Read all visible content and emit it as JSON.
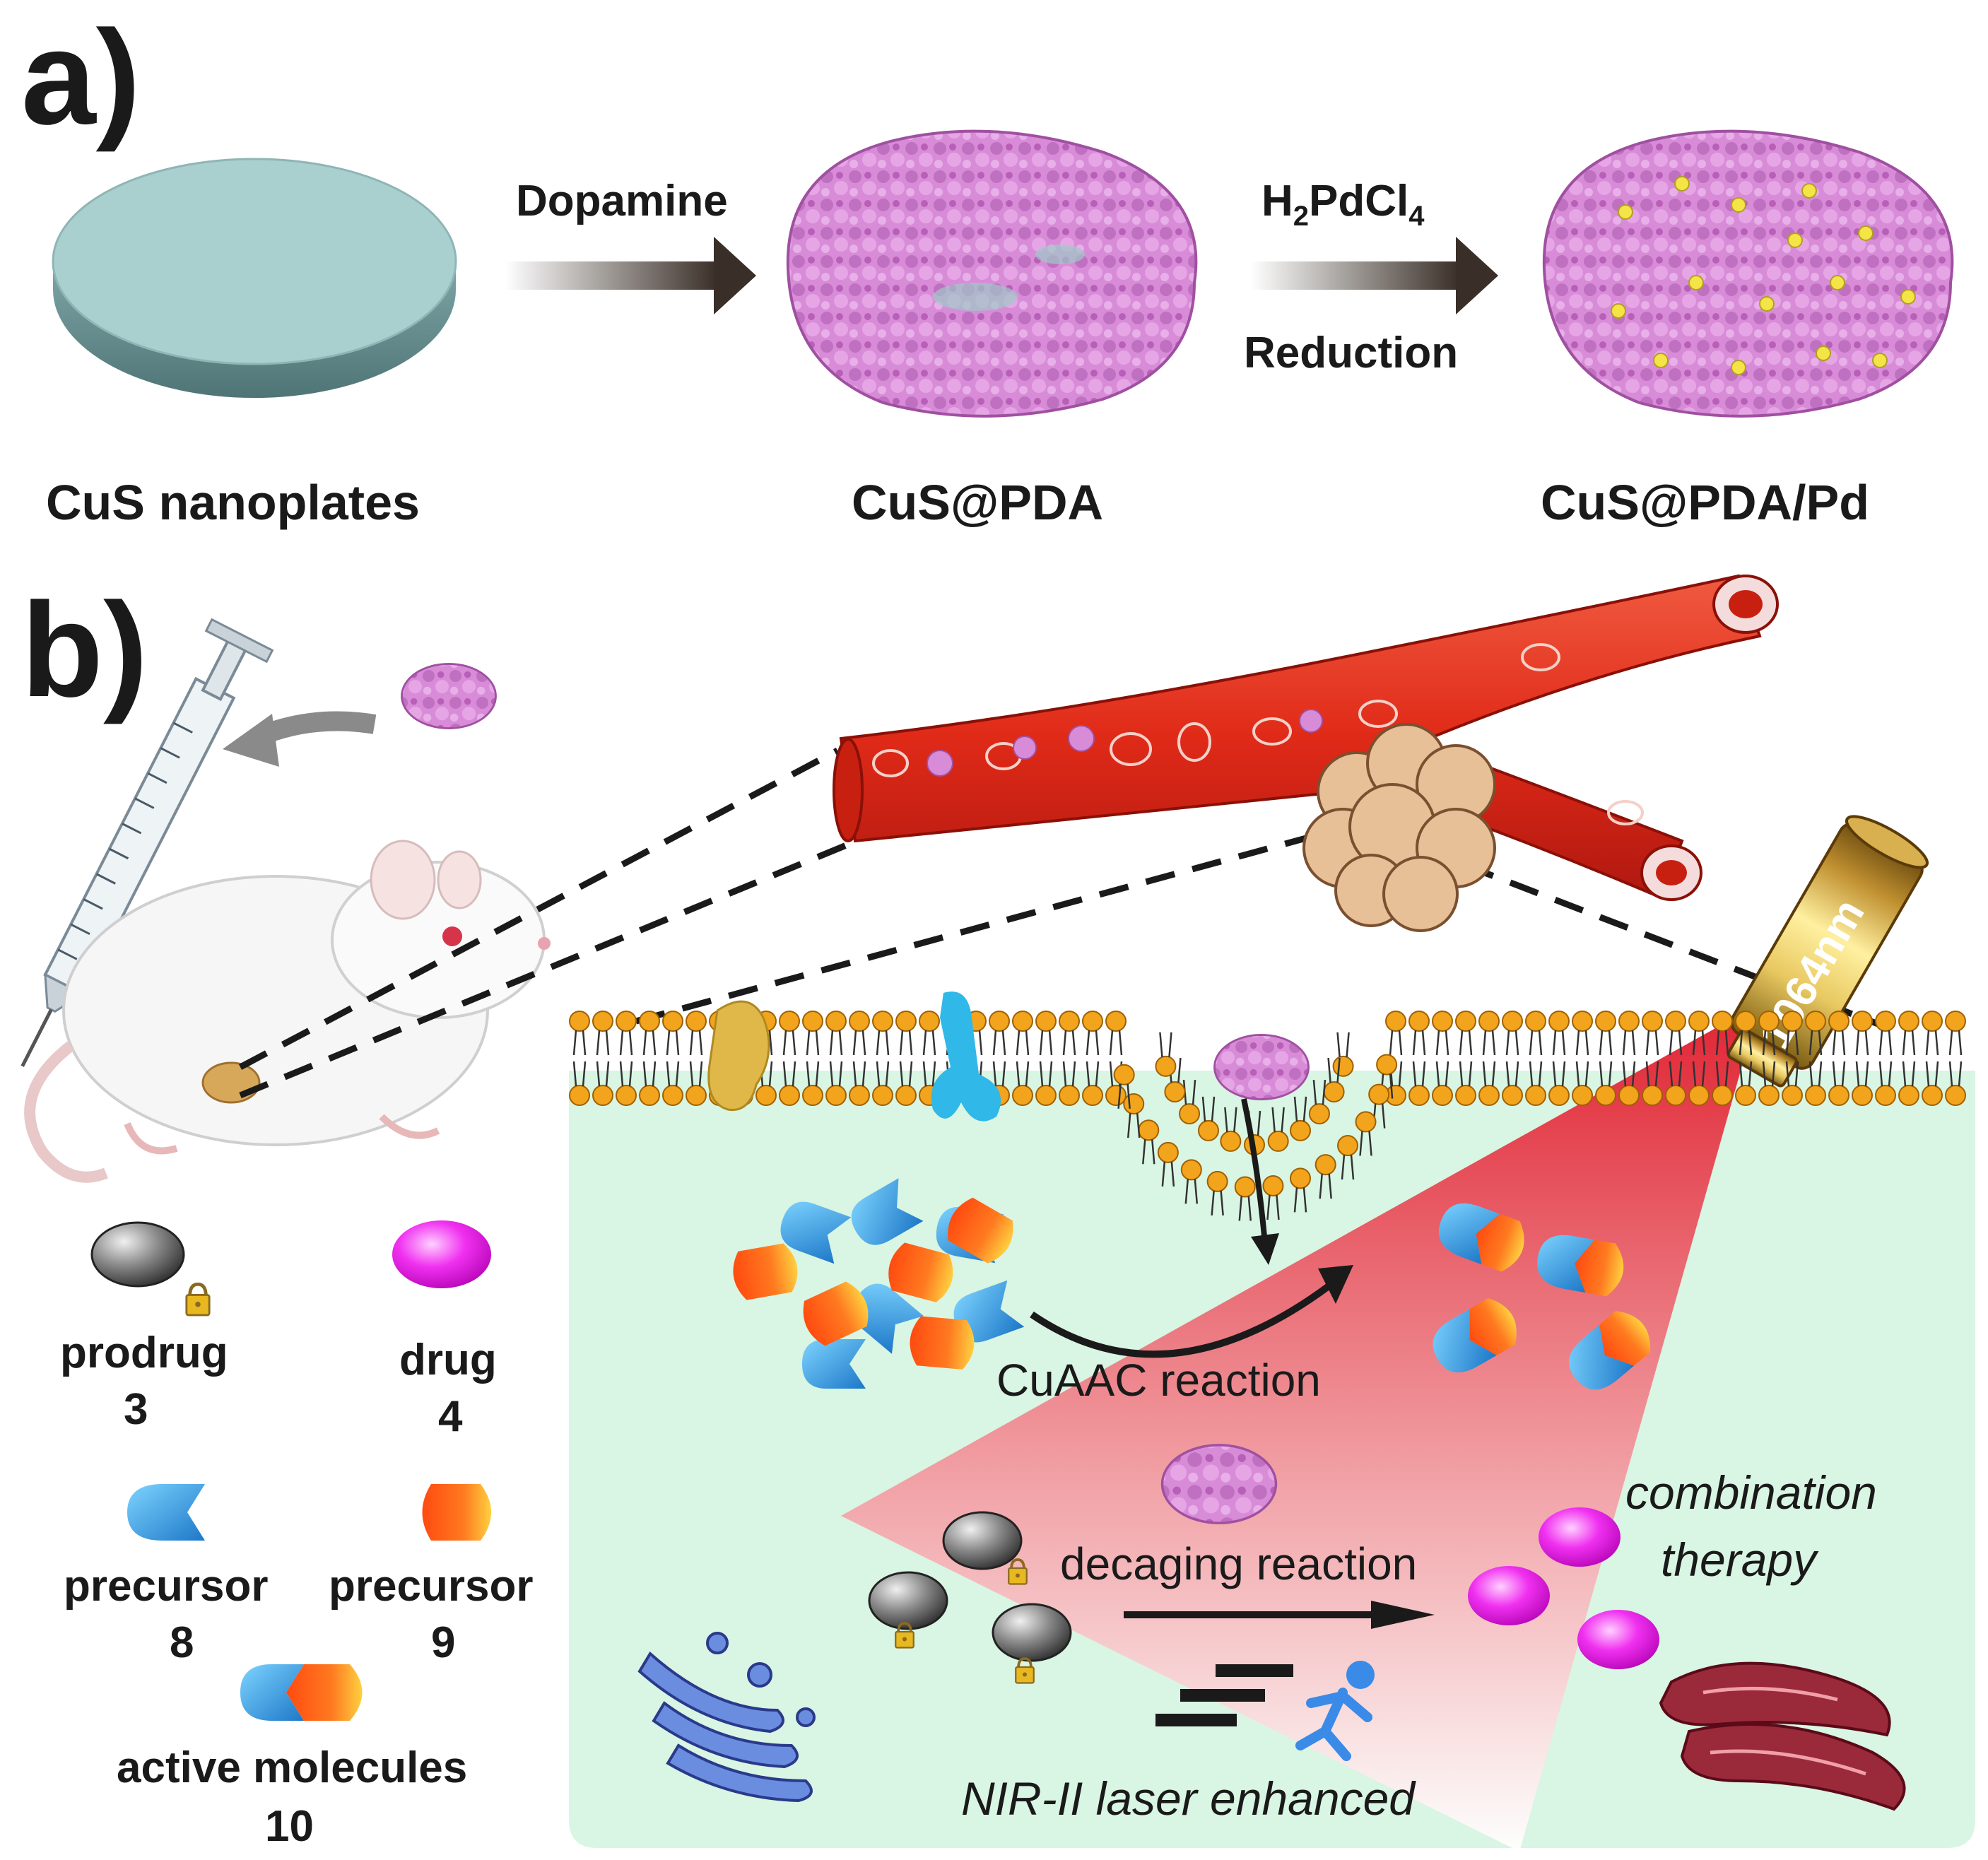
{
  "panel_a": {
    "label": "a)",
    "arrow1_label": "Dopamine",
    "arrow2_label_top_main": "H",
    "arrow2_label_top_sub1": "2",
    "arrow2_label_top_mid": "PdCl",
    "arrow2_label_top_sub2": "4",
    "arrow2_label_bottom": "Reduction",
    "items": [
      "CuS nanoplates",
      "CuS@PDA",
      "CuS@PDA/Pd"
    ]
  },
  "panel_b": {
    "label": "b)",
    "laser_label": "1064nm",
    "cuaac_label": "CuAAC reaction",
    "decaging_label": "decaging reaction",
    "combination_line1": "combination",
    "combination_line2": "therapy",
    "nir_label": "NIR-II laser enhanced"
  },
  "legend": [
    {
      "name": "prodrug",
      "number": "3"
    },
    {
      "name": "drug",
      "number": "4"
    },
    {
      "name": "precursor",
      "number": "8"
    },
    {
      "name": "precursor",
      "number": "9"
    },
    {
      "name": "active molecules",
      "number": "10"
    }
  ],
  "colors": {
    "cus_plate": "#a9cfcf",
    "pda": "#d68fd6",
    "pd_dot": "#f2e04a",
    "vessel": "#e0321e",
    "cell_bg": "#d9f5e3",
    "lipid": "#f0a020",
    "precursor8": "#2a8fd8",
    "precursor9": "#f05a20",
    "drug": "#e020e0",
    "prodrug": "#555555",
    "laser": "#e02030"
  }
}
